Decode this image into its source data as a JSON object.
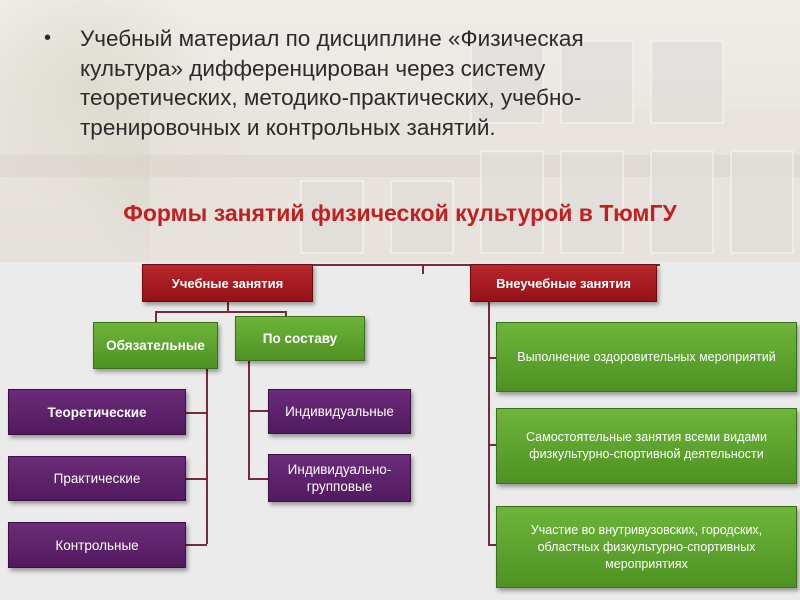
{
  "bullet": {
    "marker": "•",
    "lines": [
      "Учебный материал по дисциплине «Физическая",
      "культура» дифференцирован через систему",
      "теоретических, методико-практических, учебно-",
      "тренировочных и контрольных занятий."
    ]
  },
  "heading": "Формы занятий физической культурой в ТюмГУ",
  "diagram": {
    "study": "Учебные занятия",
    "extra": "Внеучебные занятия",
    "mandatory": "Обязательные",
    "composition": "По составу",
    "theoretical": "Теоретические",
    "practical": "Практические",
    "control": "Контрольные",
    "individual": "Индивидуальные",
    "individual_group_1": "Индивидуально-",
    "individual_group_2": "групповые",
    "extra_items": [
      {
        "l1": "Выполнение оздоровительных мероприятий",
        "l2": "",
        "l3": ""
      },
      {
        "l1": "Самостоятельные занятия всеми видами",
        "l2": "физкультурно-спортивной деятельности",
        "l3": ""
      },
      {
        "l1": "Участие во внутривузовских, городских,",
        "l2": "областных физкультурно-спортивных",
        "l3": "мероприятиях"
      }
    ]
  },
  "colors": {
    "heading": "#c22020",
    "study_box": "#a01b21",
    "green_box": "#5ea52e",
    "purple_box": "#5e2370",
    "connector": "#7a2a3a"
  }
}
